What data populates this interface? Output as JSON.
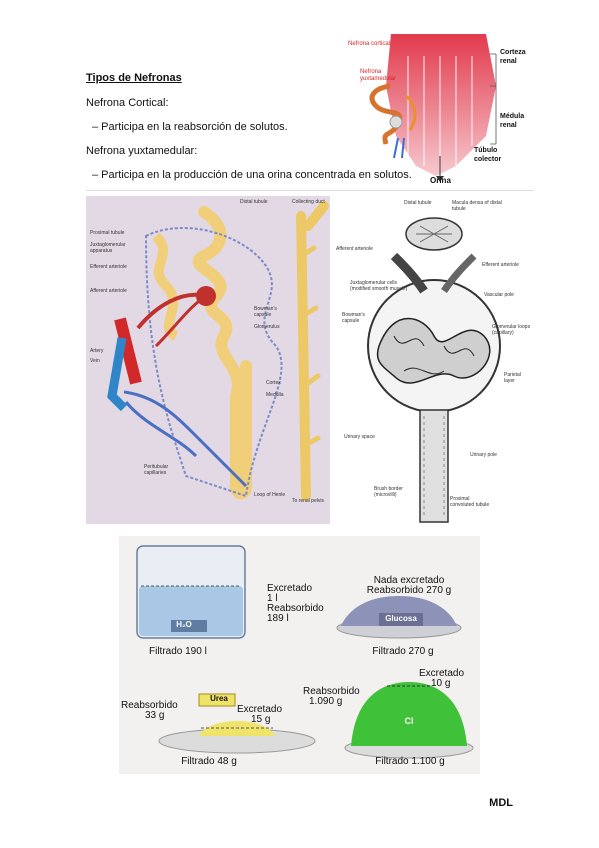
{
  "text": {
    "title": "Tipos de Nefronas",
    "cortical_heading": "Nefrona Cortical:",
    "cortical_item": "– Participa en la reabsorción de solutos.",
    "yuxta_heading": "Nefrona yuxtamedular:",
    "yuxta_item": "– Participa en la producción de una orina concentrada en solutos.",
    "footer": "MDL"
  },
  "kidney_figure": {
    "labels": {
      "cortical": "Nefrona cortical",
      "yuxta": "Nefrona yuxtamedular",
      "corteza": "Corteza renal",
      "medula": "Médula renal",
      "tubulo": "Túbulo colector",
      "orina": "Orina"
    }
  },
  "nephron_figure": {
    "labels": {
      "distal": "Distal tubule",
      "collecting": "Collecting duct",
      "proximal": "Proximal tubule",
      "juxta": "Juxtaglomerular apparatus",
      "efferent": "Efferent arteriole",
      "afferent": "Afferent arteriole",
      "bowman": "Bowman's capsule",
      "glomerulus": "Glomerulus",
      "artery": "Artery",
      "vein": "Vein",
      "cortex": "Cortex",
      "medulla": "Medulla",
      "peritubular": "Peritubular capillaries",
      "henle": "Loop of Henle",
      "renal_pelvis": "To renal pelvis"
    }
  },
  "glomerulus_figure": {
    "labels": {
      "distal": "Distal tubule",
      "macula": "Macula densa of distal tubule",
      "afferent": "Afferent arteriole",
      "efferent": "Efferent arteriole",
      "juxta": "Juxtaglomerular cells (modified smooth muscle)",
      "vascular": "Vascular pole",
      "bowman": "Bowman's capsule",
      "glom": "Glomerular loops (capillary)",
      "parietal": "Parietal layer",
      "urinary_space": "Urinary space",
      "urinary_pole": "Urinary pole",
      "brush": "Brush border (microvilli)",
      "proximal": "Proximal convoluted tubule"
    }
  },
  "filtration_figure": {
    "h2o": {
      "label": "H₂O",
      "excretado": "Excretado",
      "excretado_val": "1 l",
      "reabsorbido": "Reabsorbido",
      "reabsorbido_val": "189 l",
      "filtrado": "Filtrado 190 l"
    },
    "glucosa": {
      "label": "Glucosa",
      "top1": "Nada excretado",
      "top2": "Reabsorbido 270 g",
      "filtrado": "Filtrado 270 g"
    },
    "urea": {
      "label": "Urea",
      "reabsorbido": "Reabsorbido",
      "reabsorbido_val": "33 g",
      "excretado": "Excretado",
      "excretado_val": "15 g",
      "filtrado": "Filtrado 48 g"
    },
    "cl": {
      "label": "Cl",
      "excretado": "Excretado",
      "excretado_val": "10 g",
      "reabsorbido": "Reabsorbido",
      "reabsorbido_val": "1.090 g",
      "filtrado": "Filtrado 1.100 g"
    },
    "colors": {
      "water": "#a9c8e6",
      "glucose": "#8d92b8",
      "urea": "#f0e36a",
      "cl": "#3fc23a",
      "panel": "#f3f1ef"
    }
  }
}
